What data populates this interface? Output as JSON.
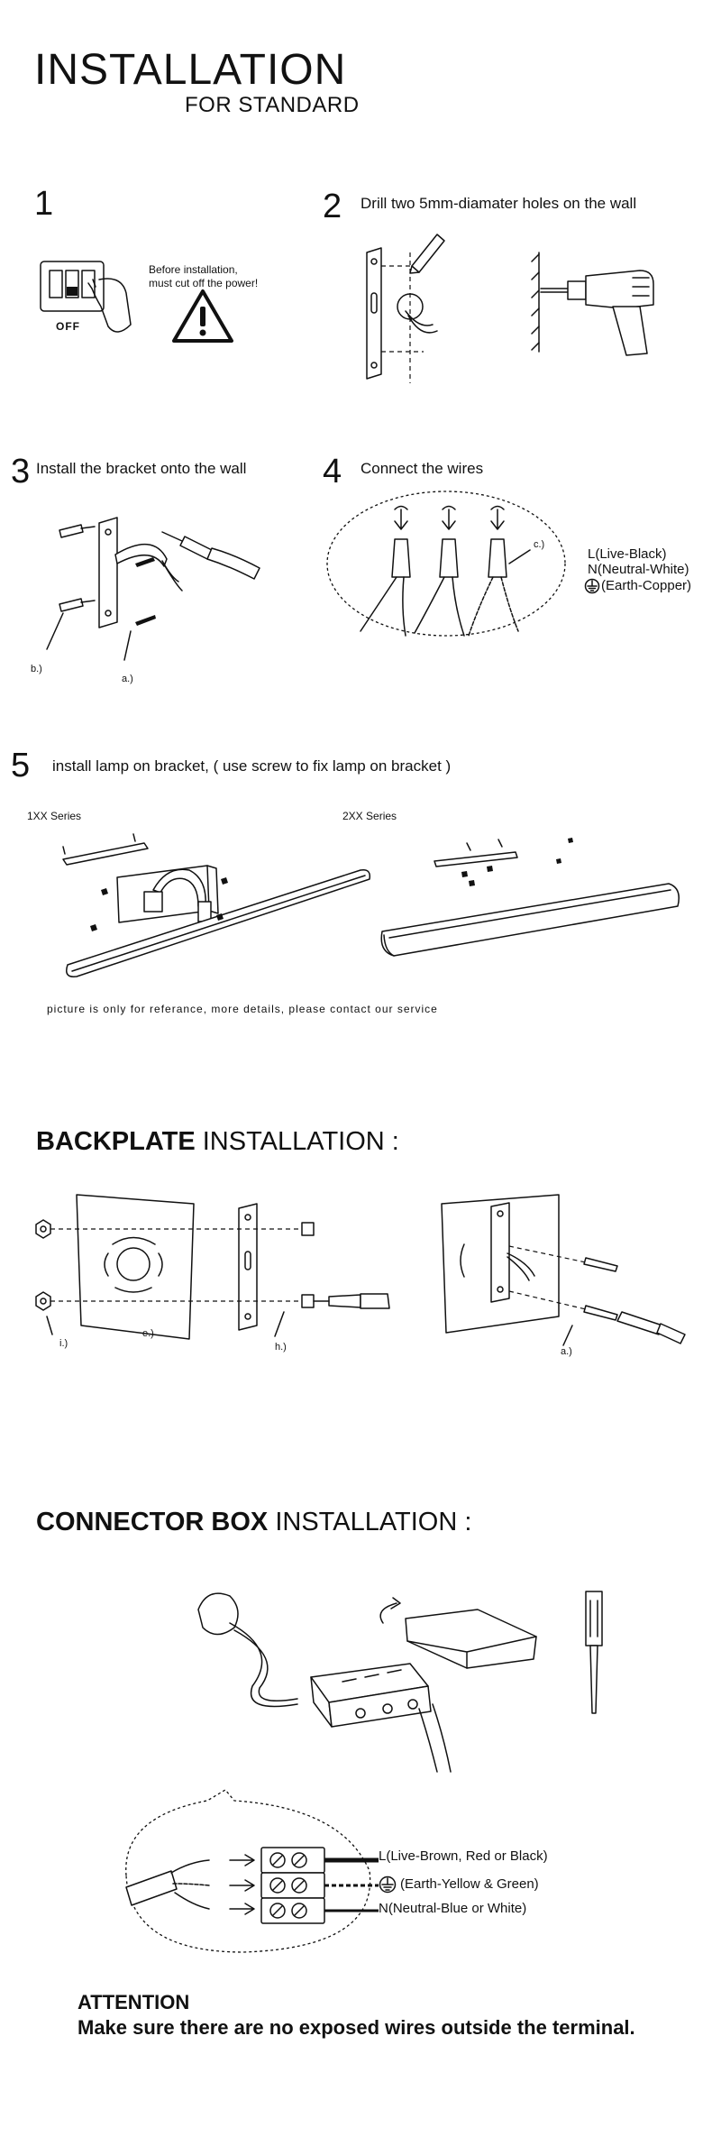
{
  "header": {
    "title": "INSTALLATION",
    "subtitle": "FOR STANDARD"
  },
  "steps": [
    {
      "num": "1",
      "text": ""
    },
    {
      "num": "2",
      "text": "Drill two 5mm-diamater holes on the wall"
    },
    {
      "num": "3",
      "text": "Install the bracket onto the wall"
    },
    {
      "num": "4",
      "text": "Connect the wires"
    },
    {
      "num": "5",
      "text": "install lamp on bracket, ( use screw to fix lamp on bracket )"
    }
  ],
  "step1": {
    "off_label": "OFF",
    "warning_line1": "Before installation,",
    "warning_line2": "must cut off the power!"
  },
  "step3": {
    "label_b": "b.)",
    "label_a": "a.)"
  },
  "step4": {
    "label_c": "c.)",
    "wire_live": "L(Live-Black)",
    "wire_neutral": "N(Neutral-White)",
    "wire_earth": "(Earth-Copper)"
  },
  "step5": {
    "series1": "1XX Series",
    "series2": "2XX Series",
    "note": "picture is only for referance, more details, please contact our service"
  },
  "backplate": {
    "heading_bold": "BACKPLATE",
    "heading_rest": " INSTALLATION :",
    "label_i": "i.)",
    "label_e": "e.)",
    "label_h": "h.)",
    "label_a": "a.)"
  },
  "connector": {
    "heading_bold": "CONNECTOR BOX",
    "heading_rest": " INSTALLATION :",
    "wire_live": "L(Live-Brown, Red or Black)",
    "wire_earth": "(Earth-Yellow & Green)",
    "wire_neutral": "N(Neutral-Blue or White)"
  },
  "attention": {
    "title": "ATTENTION",
    "text": "Make sure there are no exposed wires outside the terminal."
  }
}
